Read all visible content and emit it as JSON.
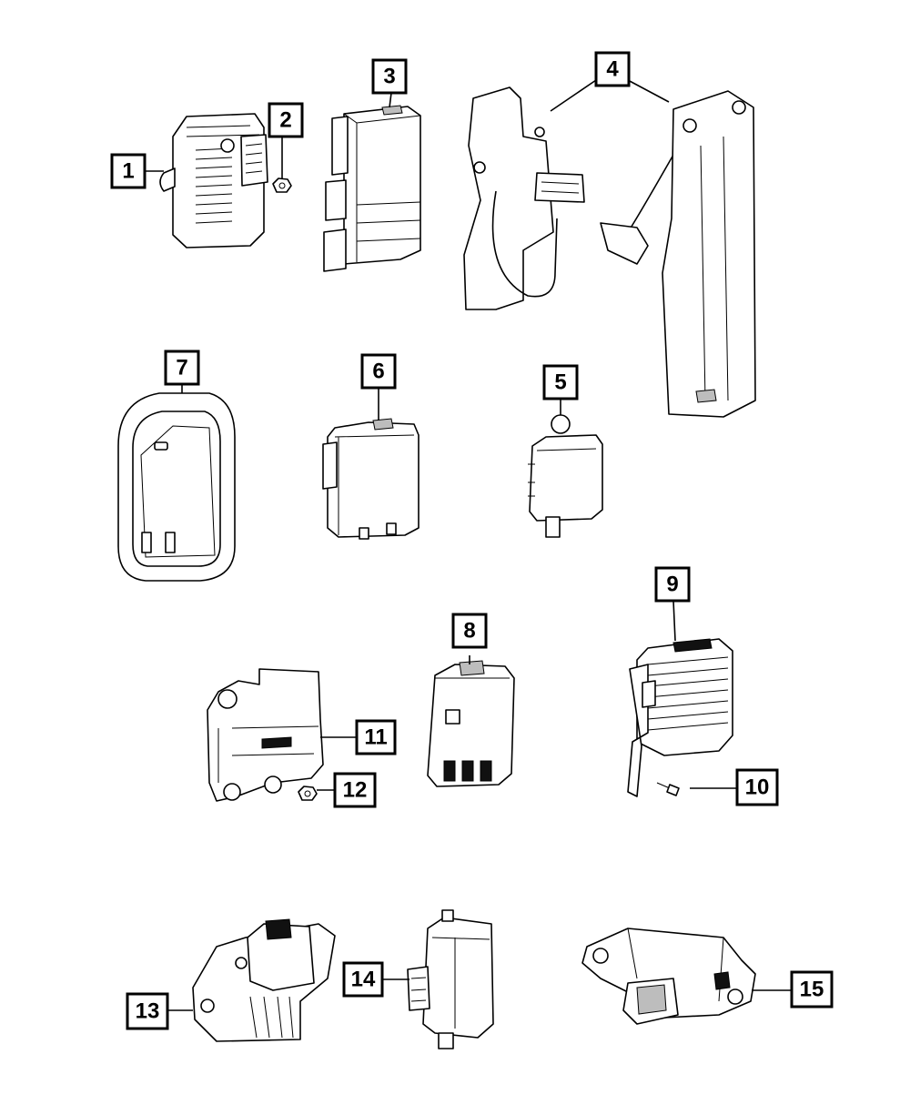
{
  "callouts": [
    {
      "id": "1",
      "label": "1"
    },
    {
      "id": "2",
      "label": "2"
    },
    {
      "id": "3",
      "label": "3"
    },
    {
      "id": "4",
      "label": "4"
    },
    {
      "id": "5",
      "label": "5"
    },
    {
      "id": "6",
      "label": "6"
    },
    {
      "id": "7",
      "label": "7"
    },
    {
      "id": "8",
      "label": "8"
    },
    {
      "id": "9",
      "label": "9"
    },
    {
      "id": "10",
      "label": "10"
    },
    {
      "id": "11",
      "label": "11"
    },
    {
      "id": "12",
      "label": "12"
    },
    {
      "id": "13",
      "label": "13"
    },
    {
      "id": "14",
      "label": "14"
    },
    {
      "id": "15",
      "label": "15"
    }
  ]
}
